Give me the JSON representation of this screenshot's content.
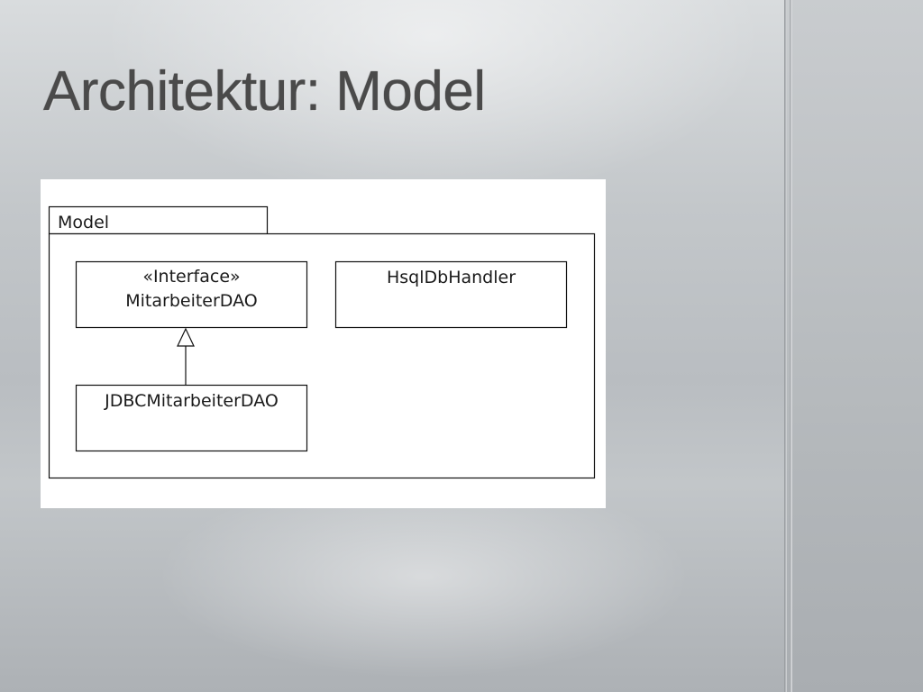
{
  "slide": {
    "title": "Architektur: Model"
  },
  "diagram": {
    "package": {
      "name": "Model"
    },
    "classes": [
      {
        "id": "mitarbeiter-dao",
        "stereotype": "«Interface»",
        "name": "MitarbeiterDAO"
      },
      {
        "id": "hsqldb-handler",
        "stereotype": "",
        "name": "HsqlDbHandler"
      },
      {
        "id": "jdbc-mitarbeiter-dao",
        "stereotype": "",
        "name": "JDBCMitarbeiterDAO"
      }
    ],
    "relations": [
      {
        "type": "realization",
        "from": "jdbc-mitarbeiter-dao",
        "to": "mitarbeiter-dao"
      }
    ]
  }
}
